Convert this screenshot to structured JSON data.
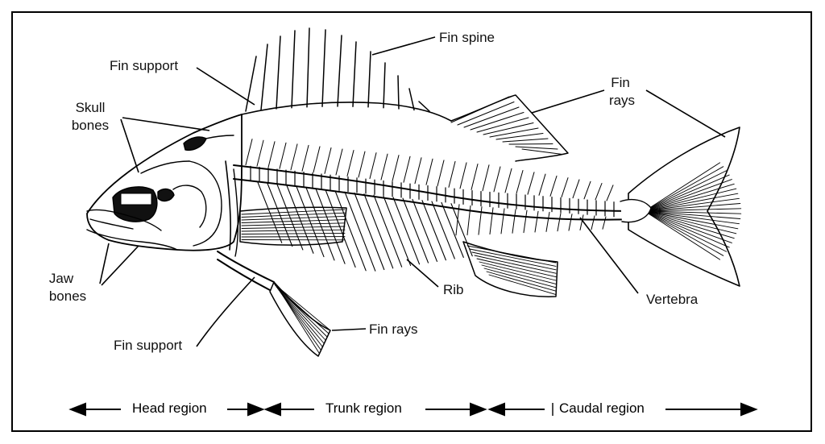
{
  "labels": {
    "fin_spine": "Fin spine",
    "fin_support_top": "Fin support",
    "skull_bones_1": "Skull",
    "skull_bones_2": "bones",
    "fin_rays_top_1": "Fin",
    "fin_rays_top_2": "rays",
    "jaw_bones_1": "Jaw",
    "jaw_bones_2": "bones",
    "rib": "Rib",
    "vertebra": "Vertebra",
    "fin_rays_bottom": "Fin rays",
    "fin_support_bottom": "Fin support"
  },
  "regions": {
    "head": "Head region",
    "trunk": "Trunk region",
    "caudal": "Caudal region"
  },
  "colors": {
    "ink": "#000000",
    "background": "#ffffff"
  }
}
